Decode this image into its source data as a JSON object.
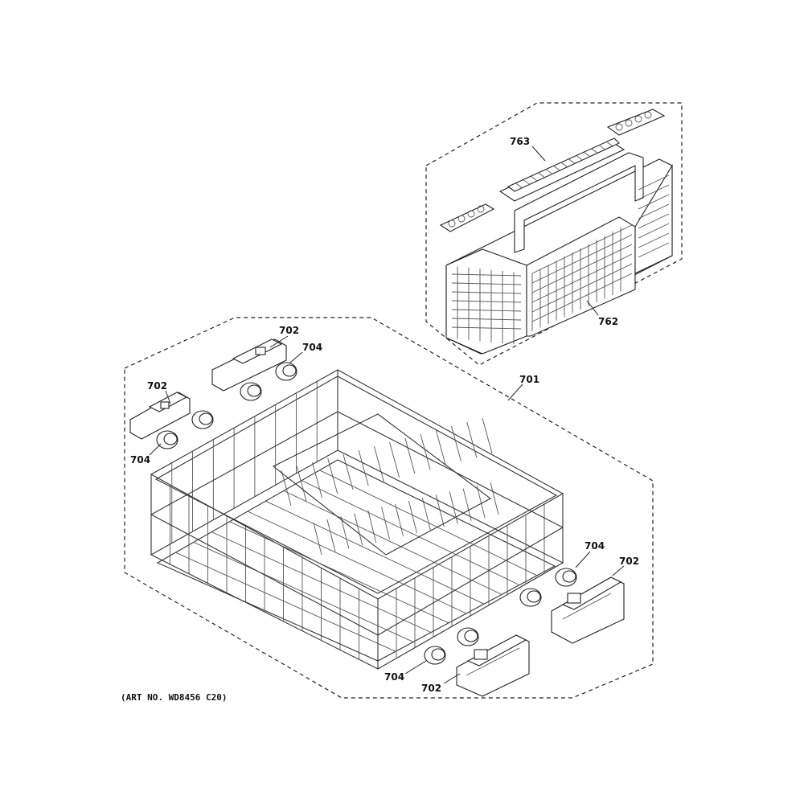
{
  "art_number": "(ART NO. WD8456 C20)",
  "callouts": {
    "rack_assembly": "701",
    "roller_bracket_top_left": "702",
    "roller_bracket_top_mid": "702",
    "roller_bracket_right": "702",
    "roller_bracket_bottom": "702",
    "wheel_top_left": "704",
    "wheel_top_mid": "704",
    "wheel_right": "704",
    "wheel_bottom": "704",
    "silverware_basket": "762",
    "basket_cover": "763"
  }
}
